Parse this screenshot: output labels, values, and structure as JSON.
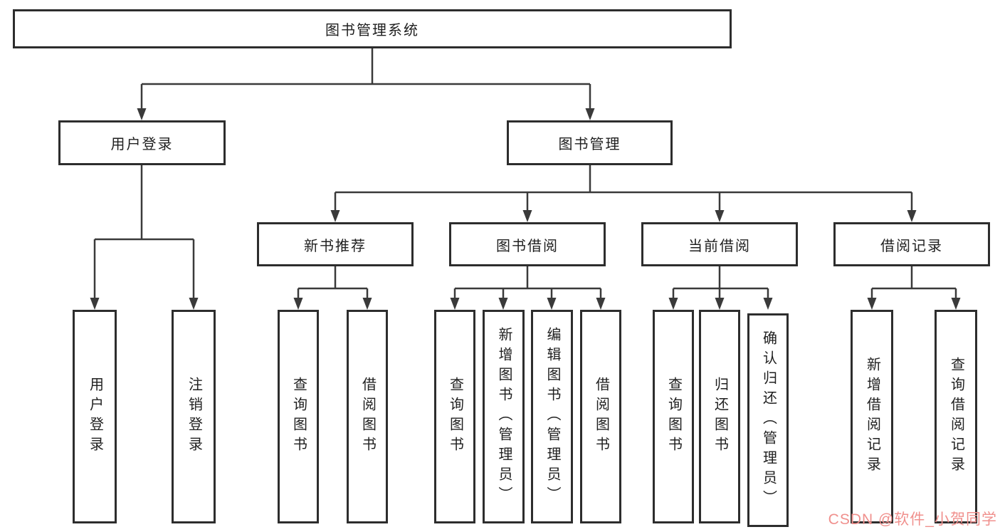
{
  "nodes": {
    "root": "图书管理系统",
    "user_login": "用户登录",
    "book_mgmt": "图书管理",
    "new_books": "新书推荐",
    "book_borrow": "图书借阅",
    "current_borrow": "当前借阅",
    "borrow_records": "借阅记录"
  },
  "leaves": {
    "user_login": [
      "用户登录",
      "注销登录"
    ],
    "new_books": [
      "查询图书",
      "借阅图书"
    ],
    "book_borrow": [
      "查询图书",
      "新增图书（管理员）",
      "编辑图书（管理员）",
      "借阅图书"
    ],
    "current_borrow": [
      "查询图书",
      "归还图书",
      "确认归还（管理员）"
    ],
    "borrow_records": [
      "新增借阅记录",
      "查询借阅记录"
    ]
  },
  "watermark": {
    "text": "CSDN @软件_小贺同学",
    "color": "#f0908d"
  },
  "colors": {
    "box_border": "#2d2d2d",
    "connector": "#3a3a3a",
    "text": "#1f1f1f",
    "background": "#ffffff"
  }
}
